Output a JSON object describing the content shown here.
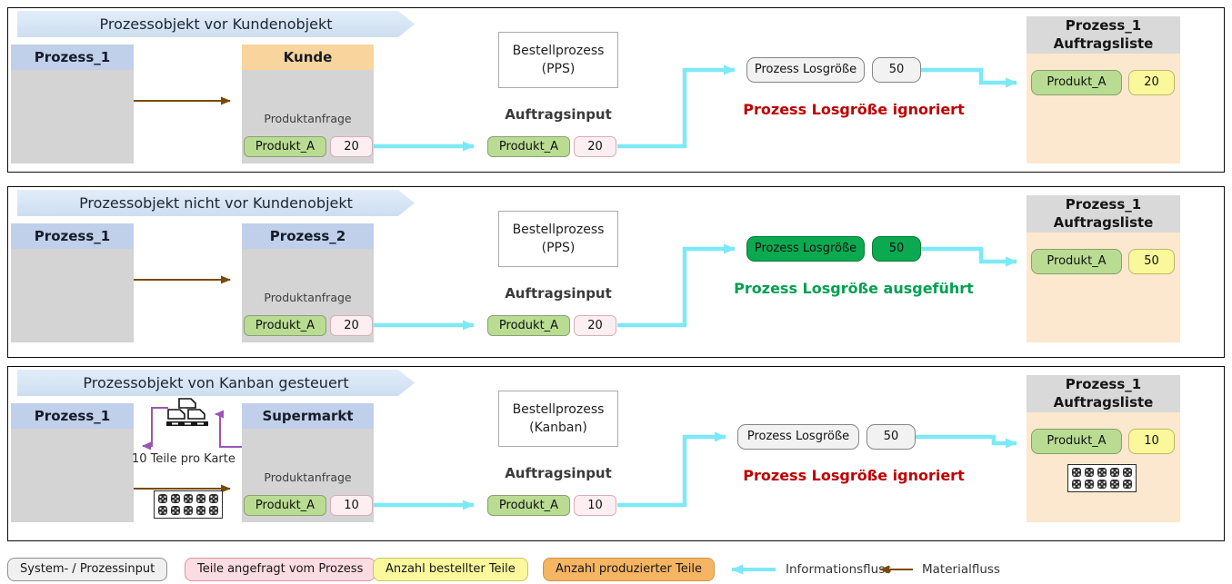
{
  "colors": {
    "informationsfluss": "#7de9f7",
    "materialfluss": "#7a4a00",
    "kanban_fluss": "#9a55b5",
    "status_ignoriert": "#c00000",
    "status_ausgefuehrt": "#00a14f",
    "losgroesse_ausgefuehrt_fill": "#0caa50",
    "header_blau": "#c0cfea",
    "header_orange": "#f9d49c",
    "auftragsliste_body": "#fce8ce"
  },
  "panels": [
    {
      "title": "Prozessobjekt vor Kundenobjekt",
      "left_box_title": "Prozess_1",
      "right_box_title": "Kunde",
      "request": {
        "label": "Produktanfrage",
        "product": "Produkt_A",
        "qty": "20"
      },
      "order_box": {
        "line1": "Bestellprozess",
        "line2": "(PPS)"
      },
      "input": {
        "label": "Auftragsinput",
        "product": "Produkt_A",
        "qty": "20"
      },
      "lot": {
        "label": "Prozess Losgröße",
        "value": "50"
      },
      "status": "Prozess Losgröße ignoriert",
      "liste": {
        "title_line1": "Prozess_1",
        "title_line2": "Auftragsliste",
        "product": "Produkt_A",
        "qty": "20"
      }
    },
    {
      "title": "Prozessobjekt nicht vor Kundenobjekt",
      "left_box_title": "Prozess_1",
      "right_box_title": "Prozess_2",
      "request": {
        "label": "Produktanfrage",
        "product": "Produkt_A",
        "qty": "20"
      },
      "order_box": {
        "line1": "Bestellprozess",
        "line2": "(PPS)"
      },
      "input": {
        "label": "Auftragsinput",
        "product": "Produkt_A",
        "qty": "20"
      },
      "lot": {
        "label": "Prozess Losgröße",
        "value": "50"
      },
      "status": "Prozess Losgröße ausgeführt",
      "liste": {
        "title_line1": "Prozess_1",
        "title_line2": "Auftragsliste",
        "product": "Produkt_A",
        "qty": "50"
      }
    },
    {
      "title": "Prozessobjekt von Kanban gesteuert",
      "left_box_title": "Prozess_1",
      "right_box_title": "Supermarkt",
      "kanban": {
        "note": "10 Teile pro Karte",
        "parts_count": 10
      },
      "request": {
        "label": "Produktanfrage",
        "product": "Produkt_A",
        "qty": "10"
      },
      "order_box": {
        "line1": "Bestellprozess",
        "line2": "(Kanban)"
      },
      "input": {
        "label": "Auftragsinput",
        "product": "Produkt_A",
        "qty": "10"
      },
      "lot": {
        "label": "Prozess Losgröße",
        "value": "50"
      },
      "status": "Prozess Losgröße ignoriert",
      "liste": {
        "title_line1": "Prozess_1",
        "title_line2": "Auftragsliste",
        "product": "Produkt_A",
        "qty": "10",
        "parts_count": 10
      }
    }
  ],
  "legend": {
    "items": [
      {
        "label": "System- / Prozessinput"
      },
      {
        "label": "Teile angefragt vom Prozess"
      },
      {
        "label": "Anzahl bestellter Teile"
      },
      {
        "label": "Anzahl produzierter Teile"
      }
    ],
    "flows": [
      {
        "label": "Informationsfluss"
      },
      {
        "label": "Materialfluss"
      }
    ]
  }
}
